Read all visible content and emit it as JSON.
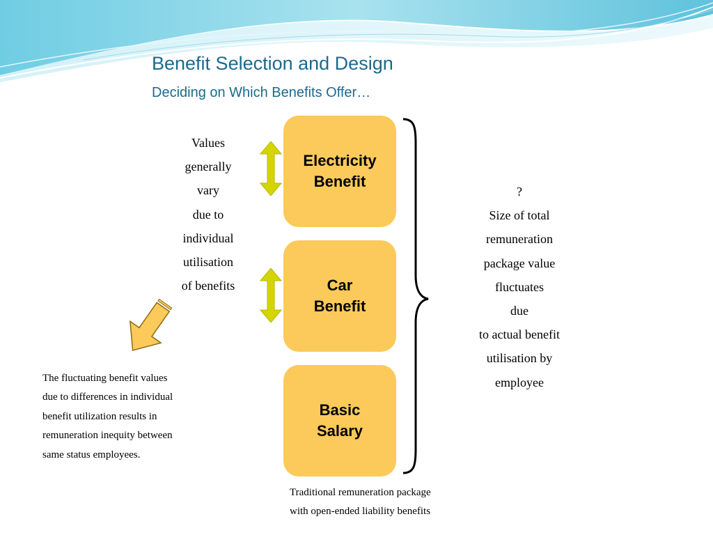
{
  "slide": {
    "title": "Benefit Selection and Design",
    "subtitle": "Deciding on Which Benefits Offer…"
  },
  "left_note": {
    "lines": [
      "Values",
      "generally",
      "vary",
      "due to",
      "individual",
      "utilisation",
      "of benefits"
    ]
  },
  "boxes": [
    {
      "lines": [
        "Electricity",
        "Benefit"
      ]
    },
    {
      "lines": [
        "Car",
        "Benefit"
      ]
    },
    {
      "lines": [
        "Basic",
        "Salary"
      ]
    }
  ],
  "right_note": {
    "lines": [
      "?",
      "Size of total",
      "remuneration",
      "package value",
      "fluctuates",
      "due",
      "to actual benefit",
      "utilisation by",
      "employee"
    ]
  },
  "bottom_note": {
    "lines": [
      "The fluctuating benefit values",
      "due to differences in individual",
      "benefit utilization results in",
      "remuneration inequity between",
      "same status employees."
    ]
  },
  "caption": {
    "lines": [
      "Traditional remuneration package",
      "with open-ended liability benefits"
    ]
  },
  "colors": {
    "box_fill": "#fcca5a",
    "double_arrow": "#d4d400",
    "down_arrow_fill": "#fcca5a",
    "title": "#1a6a8e"
  },
  "icons": {
    "double_arrow": "double-headed-vertical-arrow-icon",
    "down_arrow": "down-left-block-arrow-icon",
    "brace": "right-curly-brace"
  }
}
